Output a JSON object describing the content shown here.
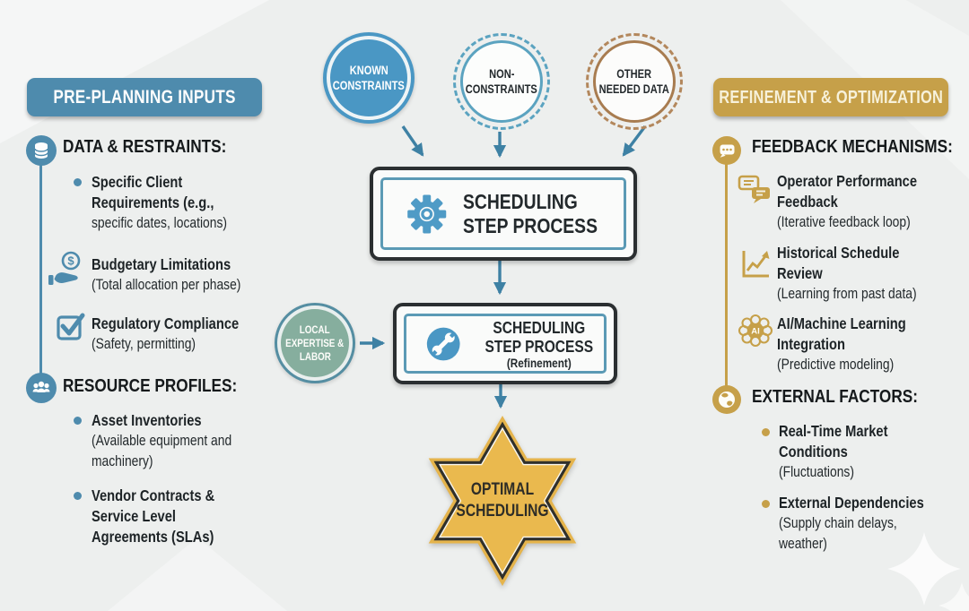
{
  "colors": {
    "blue": "#4e8bad",
    "bright_blue": "#4a97c4",
    "gold": "#c6a049",
    "sage_green": "#86ae9e",
    "brown": "#a87c50",
    "arrow_blue": "#3e81a4",
    "star_gold": "#eab94e",
    "dark_text": "#1d2326",
    "background": "#edefee"
  },
  "left_panel": {
    "header": "PRE-PLANNING INPUTS",
    "sections": [
      {
        "icon": "database-icon",
        "title": "DATA & RESTRAINTS:",
        "items": [
          {
            "marker": "bullet",
            "bold": [
              "Specific Client",
              "Requirements (e.g.,"
            ],
            "note": [
              "specific dates, locations)"
            ]
          },
          {
            "marker": "hand-dollar-icon",
            "bold": [
              "Budgetary Limitations"
            ],
            "note": [
              "(Total allocation per phase)"
            ]
          },
          {
            "marker": "checkbox-icon",
            "bold": [
              "Regulatory Compliance"
            ],
            "note": [
              "(Safety, permitting)"
            ]
          }
        ]
      },
      {
        "icon": "people-icon",
        "title": "RESOURCE PROFILES:",
        "items": [
          {
            "marker": "bullet",
            "bold": [
              "Asset Inventories"
            ],
            "note": [
              "(Available equipment and",
              "machinery)"
            ]
          },
          {
            "marker": "bullet",
            "bold": [
              "Vendor Contracts &",
              "Service Level",
              "Agreements (SLAs)"
            ],
            "note": []
          }
        ]
      }
    ]
  },
  "right_panel": {
    "header": "REFINEMENT & OPTIMIZATION",
    "sections": [
      {
        "icon": "chat-dots-icon",
        "title": "FEEDBACK MECHANISMS:",
        "items": [
          {
            "marker": "chat-bubbles-icon",
            "bold": [
              "Operator Performance",
              "Feedback"
            ],
            "note": [
              "(Iterative feedback loop)"
            ]
          },
          {
            "marker": "chart-icon",
            "bold": [
              "Historical Schedule",
              "Review"
            ],
            "note": [
              "(Learning from past data)"
            ]
          },
          {
            "marker": "ai-brain-icon",
            "bold": [
              "AI/Machine Learning",
              "Integration"
            ],
            "note": [
              "(Predictive modeling)"
            ]
          }
        ]
      },
      {
        "icon": "globe-icon",
        "title": "EXTERNAL FACTORS:",
        "items": [
          {
            "marker": "bullet",
            "bold": [
              "Real-Time Market",
              "Conditions"
            ],
            "note": [
              "(Fluctuations)"
            ]
          },
          {
            "marker": "bullet",
            "bold": [
              "External Dependencies"
            ],
            "note": [
              "(Supply chain delays,",
              "weather)"
            ]
          }
        ]
      }
    ]
  },
  "flow": {
    "inputs": [
      {
        "style": "solid-blue",
        "lines": [
          "KNOWN",
          "CONSTRAINTS"
        ]
      },
      {
        "style": "dashed-blue",
        "lines": [
          "NON-",
          "CONSTRAINTS"
        ]
      },
      {
        "style": "dashed-brown",
        "lines": [
          "OTHER",
          "NEEDED DATA"
        ]
      }
    ],
    "box1": {
      "icon": "gear-icon",
      "lines": [
        "SCHEDULING",
        "STEP PROCESS"
      ]
    },
    "box2": {
      "icon": "wrench-icon",
      "lines": [
        "SCHEDULING",
        "STEP PROCESS"
      ],
      "subtitle": "(Refinement)"
    },
    "side_circle": {
      "lines": [
        "LOCAL",
        "EXPERTISE &",
        "LABOR"
      ]
    },
    "star": {
      "lines": [
        "OPTIMAL",
        "SCHEDULING"
      ]
    }
  }
}
